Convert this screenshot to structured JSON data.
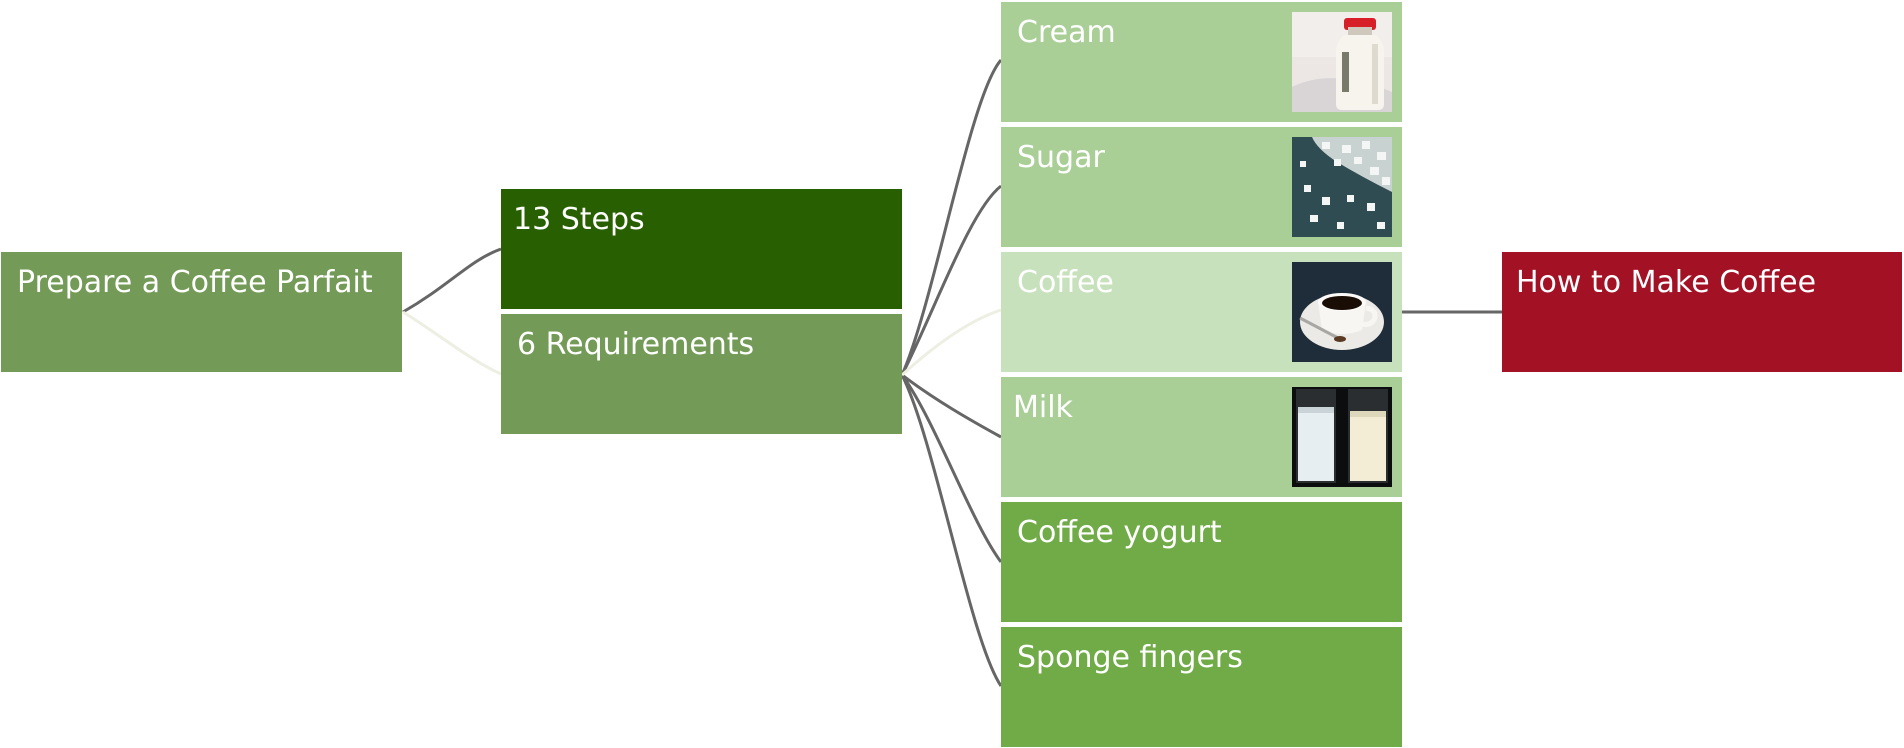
{
  "root": {
    "label": "Prepare a Coffee Parfait",
    "color": "#739a56"
  },
  "branches": [
    {
      "label": "13 Steps",
      "color": "#285f00"
    },
    {
      "label": "6 Requirements",
      "color": "#739a56"
    }
  ],
  "requirements": [
    {
      "label": "Cream",
      "color": "#a9cf97",
      "image": "cream-bottle-photo"
    },
    {
      "label": "Sugar",
      "color": "#a9cf97",
      "image": "sugar-cubes-photo"
    },
    {
      "label": "Coffee",
      "color": "#c8e1bd",
      "image": "coffee-cup-photo"
    },
    {
      "label": "Milk",
      "color": "#a9cf97",
      "image": "milk-glasses-photo"
    },
    {
      "label": "Coffee yogurt",
      "color": "#70ab47"
    },
    {
      "label": "Sponge fingers",
      "color": "#70ab47"
    }
  ],
  "linked": {
    "label": "How to Make Coffee",
    "color": "#a31124"
  }
}
